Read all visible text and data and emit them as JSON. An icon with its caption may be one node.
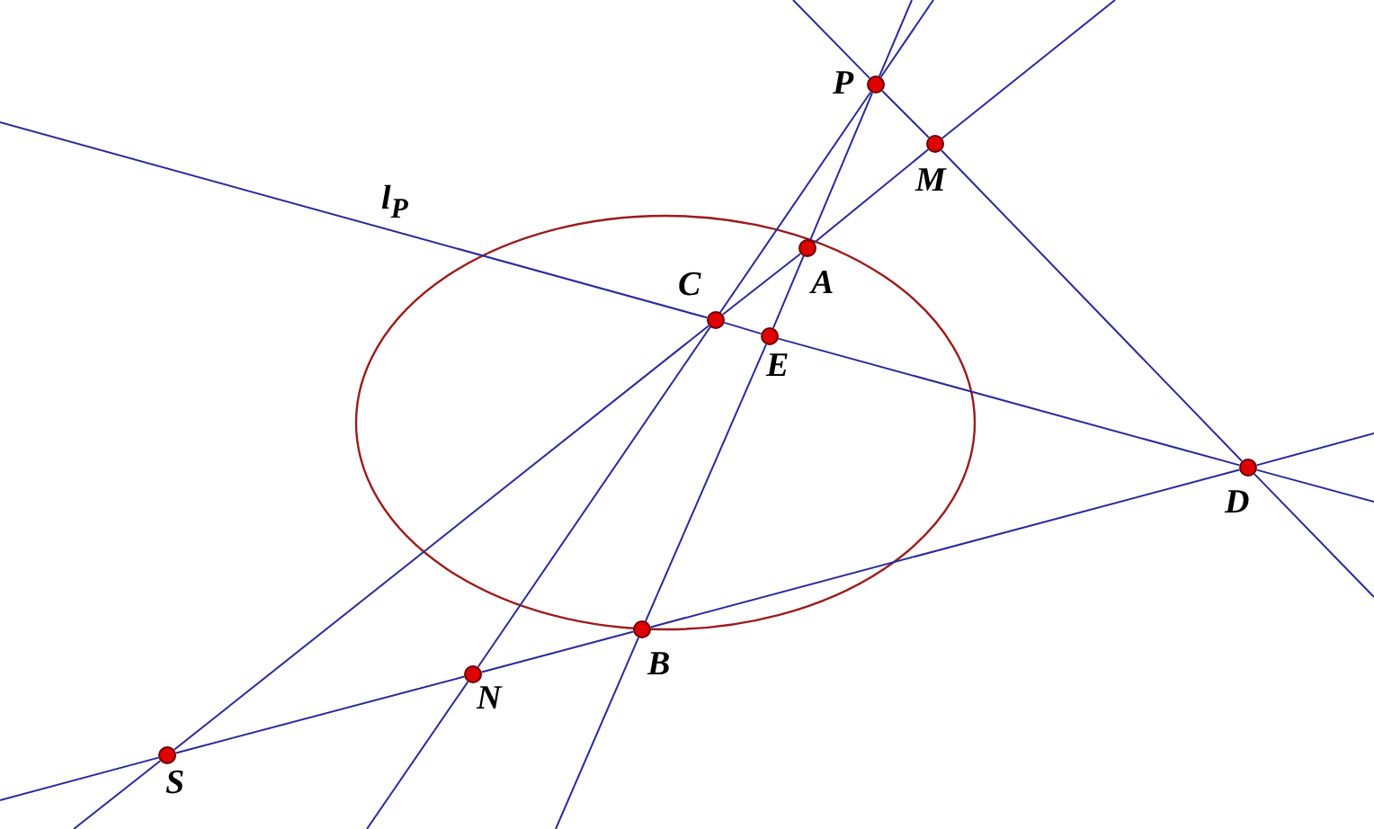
{
  "diagram": {
    "nodes": [
      {
        "text": [
          "P"
        ]
      },
      {
        "text": [
          "M"
        ]
      },
      {
        "text": [
          "A"
        ]
      },
      {
        "text": [
          "C"
        ]
      },
      {
        "text": [
          "E"
        ]
      },
      {
        "text": [
          "D"
        ]
      },
      {
        "text": [
          "B"
        ]
      },
      {
        "text": [
          "N"
        ]
      },
      {
        "text": [
          "S"
        ]
      }
    ],
    "edges": [
      {
        "from": 8,
        "to": 3,
        "arrow": "none"
      },
      {
        "from": 3,
        "to": 2,
        "arrow": "none"
      },
      {
        "from": 2,
        "to": 1,
        "arrow": "none"
      },
      {
        "from": 0,
        "to": 4,
        "arrow": "none"
      },
      {
        "from": 4,
        "to": 6,
        "arrow": "none"
      },
      {
        "from": 0,
        "to": 7,
        "arrow": "none"
      },
      {
        "from": 3,
        "to": 4,
        "arrow": "none"
      },
      {
        "from": 4,
        "to": 5,
        "arrow": "none"
      },
      {
        "from": 8,
        "to": 7,
        "arrow": "none"
      },
      {
        "from": 7,
        "to": 6,
        "arrow": "none"
      },
      {
        "from": 6,
        "to": 5,
        "arrow": "none"
      },
      {
        "from": 0,
        "to": 1,
        "arrow": "none"
      },
      {
        "from": 1,
        "to": 5,
        "arrow": "none"
      },
      {
        "from": null,
        "to": 8,
        "arrow": "none"
      },
      {
        "from": null,
        "to": 1,
        "arrow": "none"
      },
      {
        "from": null,
        "to": 0,
        "arrow": "none"
      },
      {
        "from": null,
        "to": 6,
        "arrow": "none"
      },
      {
        "from": null,
        "to": 0,
        "arrow": "none"
      },
      {
        "from": null,
        "to": 7,
        "arrow": "none"
      },
      {
        "from": null,
        "to": 3,
        "arrow": "none"
      },
      {
        "from": null,
        "to": 5,
        "arrow": "none"
      },
      {
        "from": null,
        "to": 8,
        "arrow": "none"
      },
      {
        "from": null,
        "to": 5,
        "arrow": "none"
      },
      {
        "from": null,
        "to": 0,
        "arrow": "none"
      },
      {
        "from": null,
        "to": 5,
        "arrow": "none"
      }
    ],
    "labels": [
      "l$_{P}$"
    ]
  }
}
